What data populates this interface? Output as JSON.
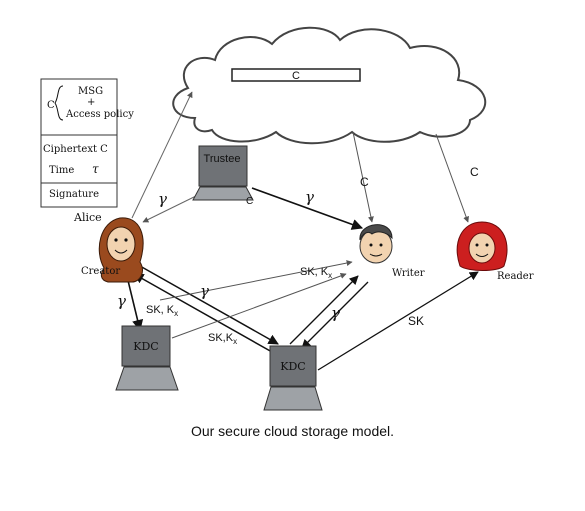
{
  "cloud": {
    "label": "C"
  },
  "record": {
    "c_label": "C",
    "msg": "MSG",
    "plus": "+",
    "access_policy": "Access policy",
    "ciphertext": "Ciphertext C",
    "time": "Time",
    "tau": "τ",
    "signature": "Signature"
  },
  "nodes": {
    "alice": "Alice",
    "creator": "Creator",
    "trustee": "Trustee",
    "writer": "Writer",
    "reader": "Reader",
    "kdc_left": "KDC",
    "kdc_right": "KDC",
    "trustee_c": "C"
  },
  "edges": {
    "gamma_trustee_alice": "γ",
    "gamma_trustee_writer": "γ",
    "gamma_alice_kdc": "γ",
    "gamma_alice_kdc_right": "γ",
    "gamma_writer_kdc": "γ",
    "c_cloud_writer": "C",
    "c_cloud_reader": "C",
    "sk_kx_writer": "SK, K",
    "sk_kx_writer_sub": "x",
    "sk_kx_alice": "SK, K",
    "sk_kx_alice_sub": "x",
    "sk_kx_kdc": "SK,K",
    "sk_kx_kdc_sub": "x",
    "sk_reader": "SK"
  },
  "caption": "Our secure cloud storage model."
}
